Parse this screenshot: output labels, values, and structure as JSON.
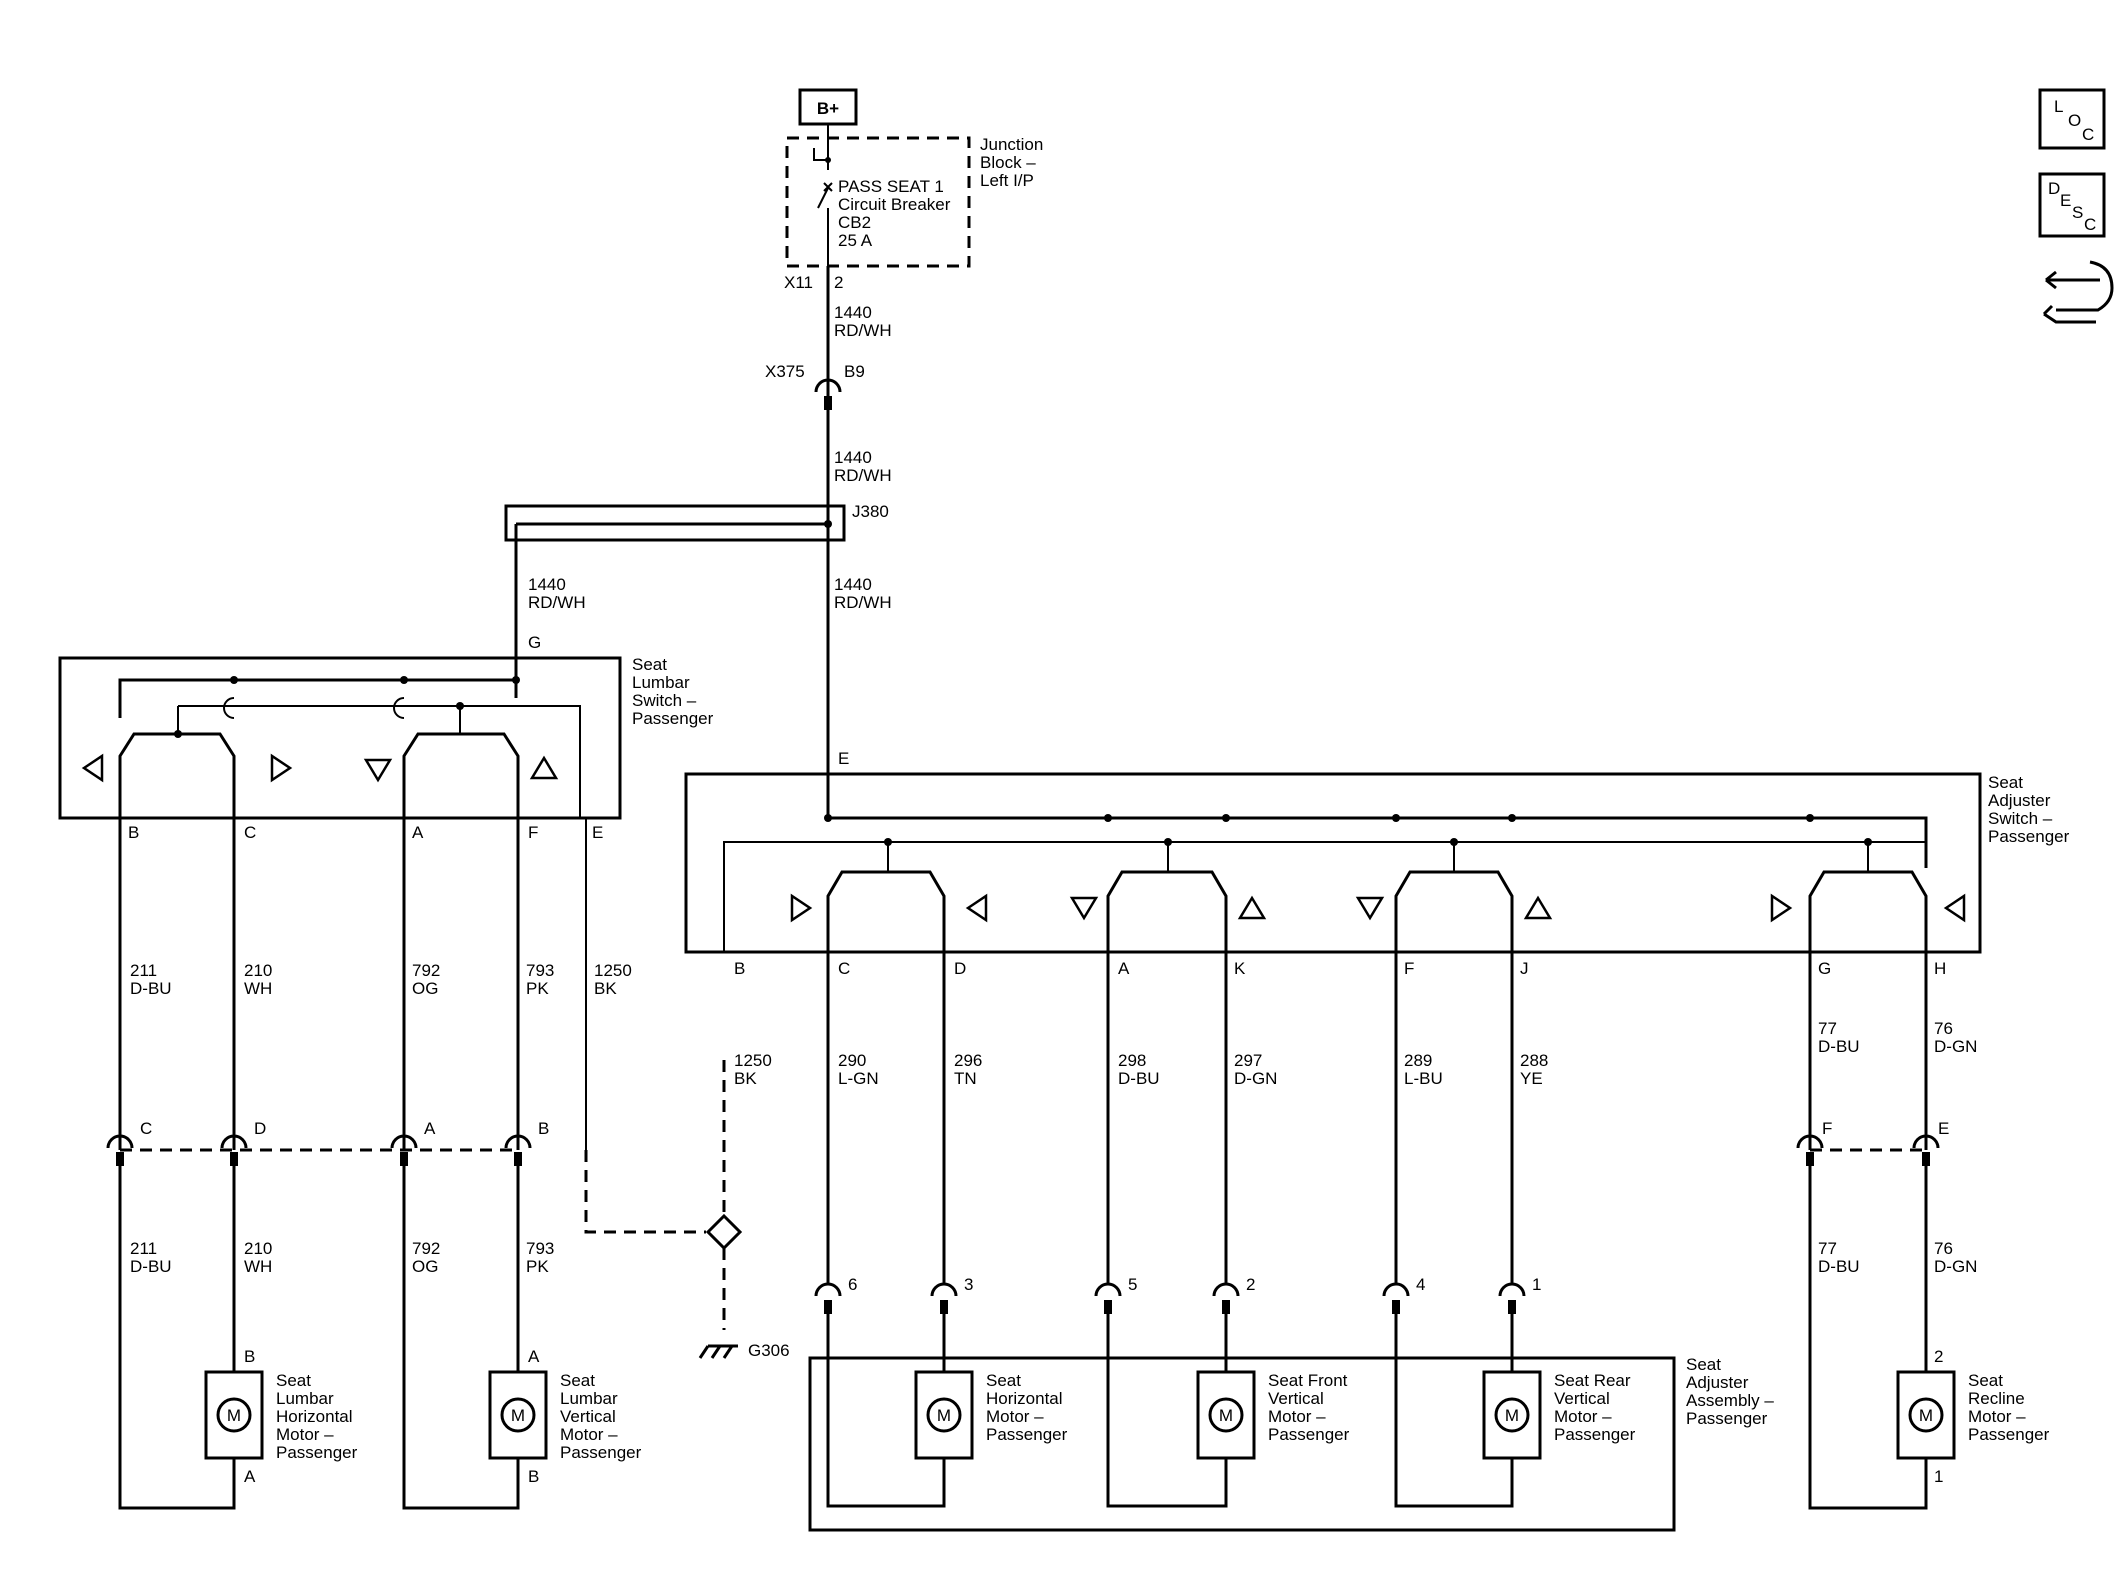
{
  "power": {
    "label": "B+"
  },
  "junction_block": {
    "name": "Junction Block – Left I/P",
    "breaker": [
      "PASS SEAT 1",
      "Circuit Breaker",
      "CB2",
      "25 A"
    ],
    "connector": "X11",
    "pin": "2"
  },
  "feed_wire": {
    "circuit": "1440",
    "color": "RD/WH"
  },
  "inline_connector": {
    "name": "X375",
    "pin": "B9"
  },
  "splice": {
    "name": "J380"
  },
  "lumbar_switch": {
    "name": "Seat Lumbar Switch – Passenger",
    "pin_g": "G",
    "pins": [
      "B",
      "C",
      "A",
      "F",
      "E"
    ]
  },
  "adjuster_switch": {
    "name": "Seat Adjuster Switch – Passenger",
    "pin_e": "E",
    "pins": [
      "B",
      "C",
      "D",
      "A",
      "K",
      "F",
      "J",
      "G",
      "H"
    ]
  },
  "lumbar_wires": [
    {
      "circuit": "211",
      "color": "D-BU"
    },
    {
      "circuit": "210",
      "color": "WH"
    },
    {
      "circuit": "792",
      "color": "OG"
    },
    {
      "circuit": "793",
      "color": "PK"
    },
    {
      "circuit": "1250",
      "color": "BK"
    }
  ],
  "adjuster_wires": [
    {
      "circuit": "1250",
      "color": "BK"
    },
    {
      "circuit": "290",
      "color": "L-GN"
    },
    {
      "circuit": "296",
      "color": "TN"
    },
    {
      "circuit": "298",
      "color": "D-BU"
    },
    {
      "circuit": "297",
      "color": "D-GN"
    },
    {
      "circuit": "289",
      "color": "L-BU"
    },
    {
      "circuit": "288",
      "color": "YE"
    },
    {
      "circuit": "77",
      "color": "D-BU"
    },
    {
      "circuit": "76",
      "color": "D-GN"
    }
  ],
  "lumbar_inline_pins": [
    "C",
    "D",
    "A",
    "B"
  ],
  "recline_inline_pins": [
    "F",
    "E"
  ],
  "assembly_pins": [
    "6",
    "3",
    "5",
    "2",
    "4",
    "1"
  ],
  "ground": {
    "name": "G306"
  },
  "motors": {
    "symbol": "M",
    "lumbar_horizontal": {
      "name": "Seat Lumbar Horizontal Motor – Passenger",
      "pin_top": "B",
      "pin_bottom": "A"
    },
    "lumbar_vertical": {
      "name": "Seat Lumbar Vertical Motor – Passenger",
      "pin_top": "A",
      "pin_bottom": "B"
    },
    "horizontal": {
      "name": "Seat Horizontal Motor – Passenger"
    },
    "front_vertical": {
      "name": "Seat Front Vertical Motor – Passenger"
    },
    "rear_vertical": {
      "name": "Seat Rear Vertical Motor – Passenger"
    },
    "recline": {
      "name": "Seat Recline Motor – Passenger",
      "pin_top": "2",
      "pin_bottom": "1"
    }
  },
  "seat_adjuster_assembly": {
    "name": "Seat Adjuster Assembly – Passenger"
  },
  "side_icons": {
    "loc": {
      "icon": "loc-icon",
      "letters": [
        "L",
        "O",
        "C"
      ]
    },
    "desc": {
      "icon": "desc-icon",
      "letters": [
        "D",
        "E",
        "S",
        "C"
      ]
    },
    "connector": {
      "icon": "connector-wrench-icon"
    }
  }
}
